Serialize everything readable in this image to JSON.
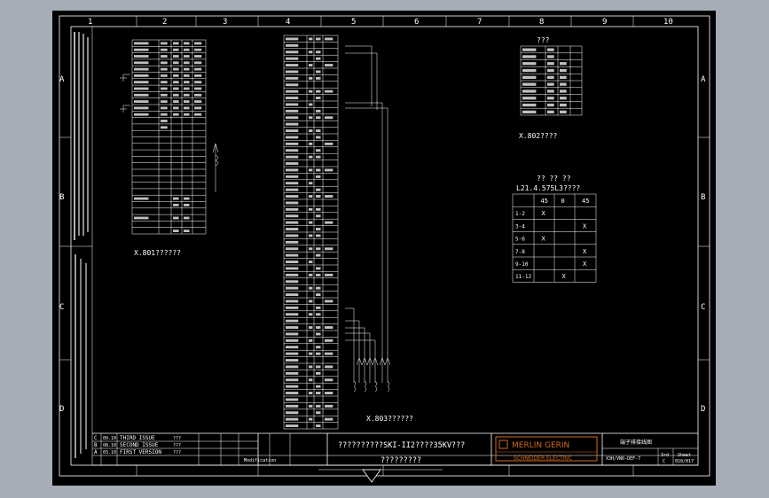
{
  "colors": {
    "background": "#a7adb7",
    "sheet": "#000000",
    "lines": "#ffffff",
    "brand": "#d46a1a"
  },
  "columns": [
    "1",
    "2",
    "3",
    "4",
    "5",
    "6",
    "7",
    "8",
    "9",
    "10"
  ],
  "rows": [
    "A",
    "B",
    "C",
    "D"
  ],
  "labels": {
    "x801_title": "X.801??????",
    "x802_title": "X.802????",
    "x803_title": "X.803??????",
    "top_right_heading": "???",
    "switch_heading_marks": "??    ??    ??",
    "switch_heading": "L21.4.575L3????"
  },
  "switch_table": {
    "headers": [
      "",
      "45",
      "0",
      "45"
    ],
    "rows": [
      {
        "pair": "1-2",
        "marks": [
          "X",
          "",
          ""
        ]
      },
      {
        "pair": "3-4",
        "marks": [
          "",
          "",
          "X"
        ]
      },
      {
        "pair": "5-6",
        "marks": [
          "X",
          "",
          ""
        ]
      },
      {
        "pair": "7-8",
        "marks": [
          "",
          "",
          "X"
        ]
      },
      {
        "pair": "9-10",
        "marks": [
          "",
          "",
          "X"
        ]
      },
      {
        "pair": "11-12",
        "marks": [
          "",
          "X",
          ""
        ]
      }
    ]
  },
  "title_block": {
    "revisions": [
      {
        "letter": "C",
        "date": "09.10",
        "text": "THIRD ISSUE",
        "by": "???"
      },
      {
        "letter": "B",
        "date": "08.10",
        "text": "SECOND ISSUE",
        "by": "???"
      },
      {
        "letter": "A",
        "date": "03.10",
        "text": "FIRST VERSION",
        "by": "???"
      }
    ],
    "modification_label": "Modification",
    "project_title": "??????????SKI-II2????35KV???",
    "subtitle": "?????????",
    "company_top": "MERLIN GERIN",
    "company_bottom": "SCHNEIDER ELECTRIC",
    "drawing_name": "端子排接线图",
    "drawing_number": "X3H/VN0-DEF-7",
    "revision_label": "3rd",
    "revision_letter": "C",
    "sheet_label": "Sheet",
    "sheet_value": "010/017"
  }
}
